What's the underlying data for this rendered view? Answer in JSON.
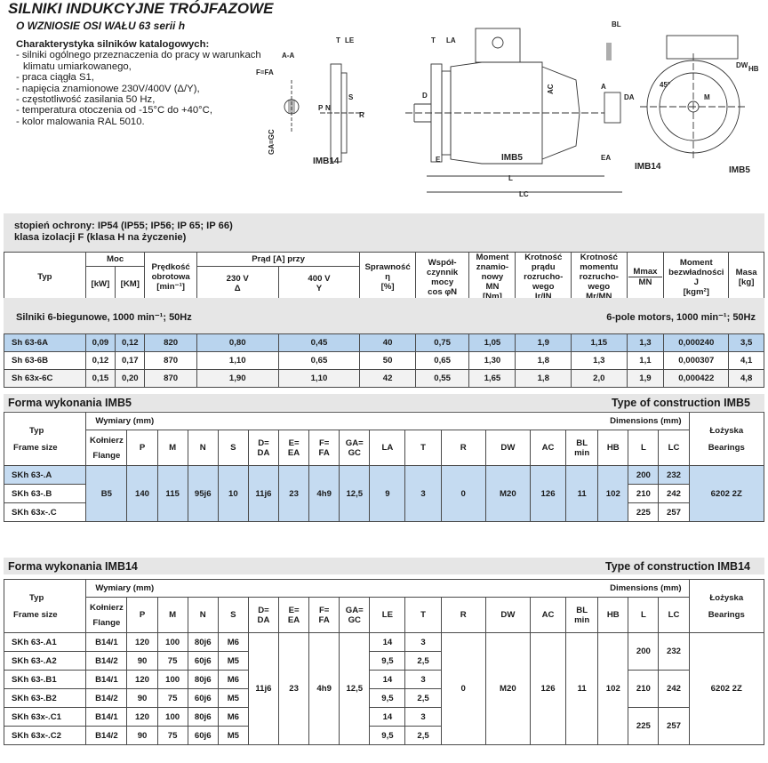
{
  "header": {
    "title": "SILNIKI INDUKCYJNE TRÓJFAZOWE",
    "subtitle": "O WZNIOSIE OSI WAŁU  63 serii h"
  },
  "features": {
    "heading": "Charakterystyka silników katalogowych:",
    "items": [
      "silniki ogólnego przeznaczenia do pracy w warunkach klimatu umiarkowanego,",
      "praca ciągła S1,",
      "napięcia znamionowe 230V/400V (Δ/Y),",
      "częstotliwość zasilania 50 Hz,",
      "temperatura otoczenia od -15°C do +40°C,",
      "kolor malowania RAL 5010."
    ]
  },
  "drawing_labels": {
    "aa": "A-A",
    "fa": "F=FA",
    "gc": "GA=GC",
    "p": "P",
    "n": "N",
    "s": "S",
    "r": "R",
    "t": "T",
    "le": "LE",
    "la": "LA",
    "d": "D",
    "e": "E",
    "imb14": "IMB14",
    "imb5": "IMB5",
    "ac": "AC",
    "l": "L",
    "lc": "LC",
    "bl": "BL",
    "a": "A",
    "da": "DA",
    "ea": "EA",
    "dw": "DW",
    "hb": "HB",
    "m": "M",
    "deg45": "45°"
  },
  "protection": {
    "line1": "stopień ochrony: IP54 (IP55; IP56; IP 65; IP 66)",
    "line2": "klasa izolacji F (klasa H na życzenie)"
  },
  "main_header": {
    "typ": "Typ",
    "moc": "Moc",
    "kw": "[kW]",
    "km": "[KM]",
    "speed": "Prędkość obrotowa",
    "speed_unit": "[min⁻¹]",
    "current": "Prąd [A] przy",
    "v230": "230 V",
    "v230_sym": "Δ",
    "v400": "400 V",
    "v400_sym": "Y",
    "eff": "Sprawność",
    "eff_sym": "η",
    "eff_unit": "[%]",
    "pf": "Współ-czynnik mocy",
    "pf_sym": "cos φN",
    "torque": "Moment znamio-nowy",
    "torque_sym": "MN",
    "torque_unit": "[Nm]",
    "istart": "Krotność prądu rozrucho-wego",
    "istart_sym": "Ir/IN",
    "mstart": "Krotność momentu rozrucho-wego",
    "mstart_sym": "Mr/MN",
    "mmax": "Mmax",
    "mmax_den": "MN",
    "inertia": "Moment bezwładności J",
    "inertia_unit": "[kgm²]",
    "mass": "Masa",
    "mass_unit": "[kg]"
  },
  "section6": {
    "left": "Silniki 6-biegunowe, 1000 min⁻¹; 50Hz",
    "right": "6-pole motors, 1000 min⁻¹; 50Hz"
  },
  "motors": [
    {
      "typ": "Sh 63-6A",
      "kw": "0,09",
      "km": "0,12",
      "n": "820",
      "i230": "0,80",
      "i400": "0,45",
      "eff": "40",
      "cos": "0,75",
      "mn": "1,05",
      "ir": "1,9",
      "mr": "1,15",
      "mmax": "1,3",
      "j": "0,000240",
      "mass": "3,5"
    },
    {
      "typ": "Sh 63-6B",
      "kw": "0,12",
      "km": "0,17",
      "n": "870",
      "i230": "1,10",
      "i400": "0,65",
      "eff": "50",
      "cos": "0,65",
      "mn": "1,30",
      "ir": "1,8",
      "mr": "1,3",
      "mmax": "1,1",
      "j": "0,000307",
      "mass": "4,1"
    },
    {
      "typ": "Sh 63x-6C",
      "kw": "0,15",
      "km": "0,20",
      "n": "870",
      "i230": "1,90",
      "i400": "1,10",
      "eff": "42",
      "cos": "0,55",
      "mn": "1,65",
      "ir": "1,8",
      "mr": "2,0",
      "mmax": "1,9",
      "j": "0,000422",
      "mass": "4,8"
    }
  ],
  "imb5": {
    "title_left": "Forma wykonania IMB5",
    "title_right": "Type of construction IMB5",
    "typ": "Typ",
    "frame_size": "Frame size",
    "dims_pl": "Wymiary (mm)",
    "dims_en": "Dimensions (mm)",
    "flange_pl": "Kołnierz",
    "flange_en": "Flange",
    "cols": {
      "p": "P",
      "m": "M",
      "n": "N",
      "s": "S",
      "d": "D=",
      "d2": "DA",
      "e": "E=",
      "e2": "EA",
      "f": "F=",
      "f2": "FA",
      "ga": "GA=",
      "ga2": "GC",
      "la": "LA",
      "t": "T",
      "r": "R",
      "dw": "DW",
      "ac": "AC",
      "bl": "BL",
      "bl2": "min",
      "hb": "HB",
      "l": "L",
      "lc": "LC"
    },
    "bearings_pl": "Łożyska",
    "bearings_en": "Bearings",
    "shared": {
      "flange": "B5",
      "p": "140",
      "m": "115",
      "n": "95j6",
      "s": "10",
      "d": "11j6",
      "e": "23",
      "f": "4h9",
      "ga": "12,5",
      "la": "9",
      "t": "3",
      "r": "0",
      "dw": "M20",
      "ac": "126",
      "bl": "11",
      "hb": "102",
      "bearing": "6202 2Z"
    },
    "rows": [
      {
        "typ": "SKh 63-.A",
        "l": "200",
        "lc": "232"
      },
      {
        "typ": "SKh 63-.B",
        "l": "210",
        "lc": "242"
      },
      {
        "typ": "SKh 63x-.C",
        "l": "225",
        "lc": "257"
      }
    ]
  },
  "imb14": {
    "title_left": "Forma wykonania IMB14",
    "title_right": "Type of construction IMB14",
    "typ": "Typ",
    "frame_size": "Frame size",
    "dims_pl": "Wymiary (mm)",
    "dims_en": "Dimensions (mm)",
    "flange_pl": "Kołnierz",
    "flange_en": "Flange",
    "cols": {
      "p": "P",
      "m": "M",
      "n": "N",
      "s": "S",
      "d": "D=",
      "d2": "DA",
      "e": "E=",
      "e2": "EA",
      "f": "F=",
      "f2": "FA",
      "ga": "GA=",
      "ga2": "GC",
      "le": "LE",
      "t": "T",
      "r": "R",
      "dw": "DW",
      "ac": "AC",
      "bl": "BL",
      "bl2": "min",
      "hb": "HB",
      "l": "L",
      "lc": "LC"
    },
    "bearings_pl": "Łożyska",
    "bearings_en": "Bearings",
    "shared": {
      "d": "11j6",
      "e": "23",
      "f": "4h9",
      "ga": "12,5",
      "r": "0",
      "dw": "M20",
      "ac": "126",
      "bl": "11",
      "hb": "102",
      "bearing": "6202 2Z"
    },
    "rows": [
      {
        "typ": "SKh 63-.A1",
        "flange": "B14/1",
        "p": "120",
        "m": "100",
        "n": "80j6",
        "s": "M6",
        "le": "14",
        "t": "3"
      },
      {
        "typ": "SKh 63-.A2",
        "flange": "B14/2",
        "p": "90",
        "m": "75",
        "n": "60j6",
        "s": "M5",
        "le": "9,5",
        "t": "2,5"
      },
      {
        "typ": "SKh 63-.B1",
        "flange": "B14/1",
        "p": "120",
        "m": "100",
        "n": "80j6",
        "s": "M6",
        "le": "14",
        "t": "3"
      },
      {
        "typ": "SKh 63-.B2",
        "flange": "B14/2",
        "p": "90",
        "m": "75",
        "n": "60j6",
        "s": "M5",
        "le": "9,5",
        "t": "2,5"
      },
      {
        "typ": "SKh 63x-.C1",
        "flange": "B14/1",
        "p": "120",
        "m": "100",
        "n": "80j6",
        "s": "M6",
        "le": "14",
        "t": "3"
      },
      {
        "typ": "SKh 63x-.C2",
        "flange": "B14/2",
        "p": "90",
        "m": "75",
        "n": "60j6",
        "s": "M5",
        "le": "9,5",
        "t": "2,5"
      }
    ],
    "lgroups": [
      {
        "l": "200",
        "lc": "232"
      },
      {
        "l": "210",
        "lc": "242"
      },
      {
        "l": "225",
        "lc": "257"
      }
    ]
  }
}
